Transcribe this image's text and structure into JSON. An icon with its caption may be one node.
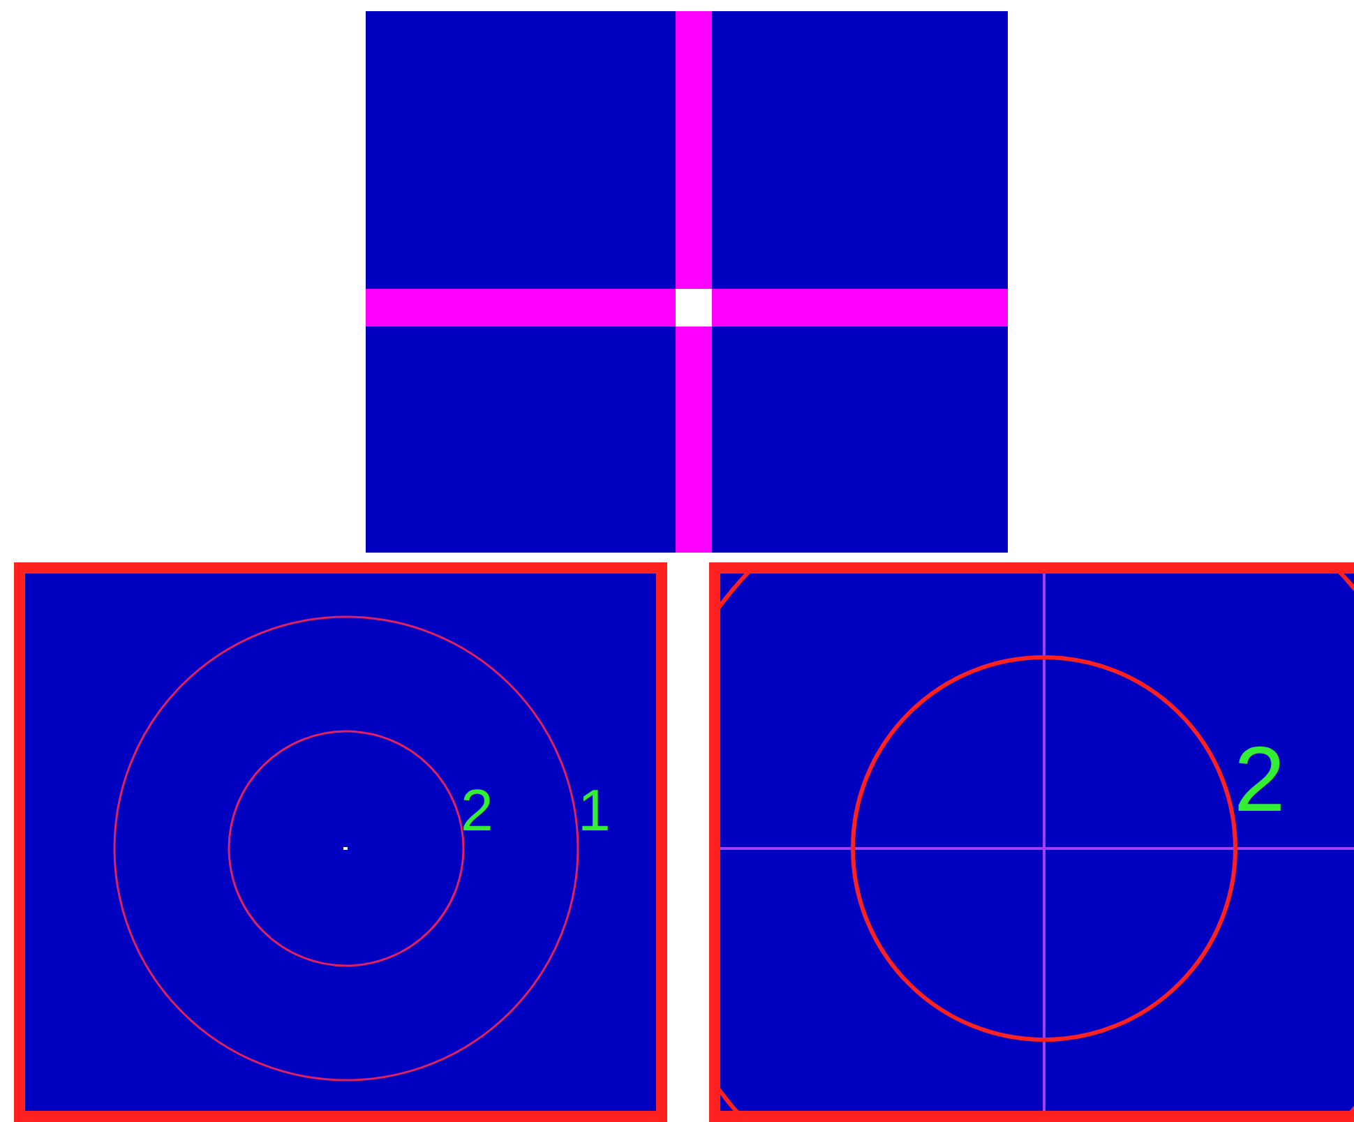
{
  "diagram": {
    "labels": [
      "2",
      "1",
      "2"
    ]
  }
}
